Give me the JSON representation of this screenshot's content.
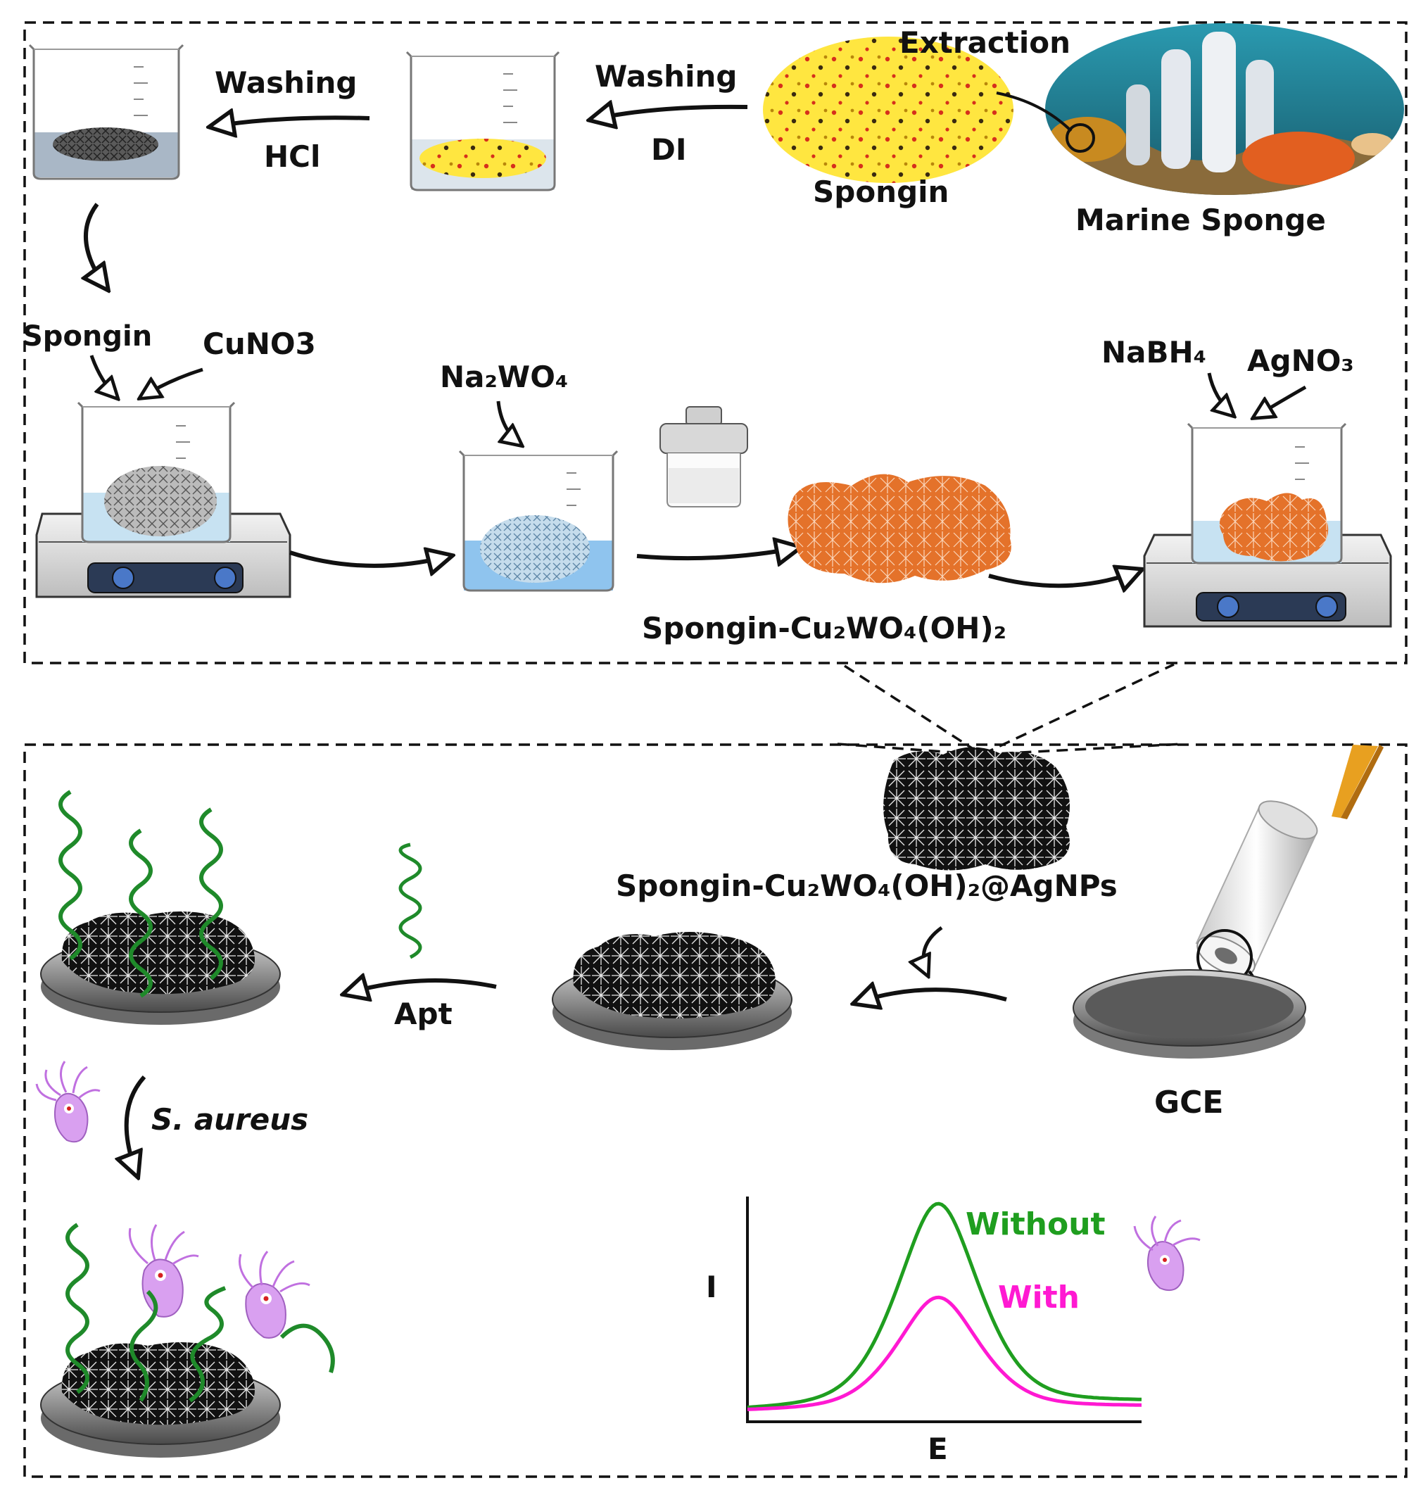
{
  "top_panel": {
    "step_extraction": "Extraction",
    "step_washing_di": "Washing",
    "step_di": "DI",
    "step_washing_hcl": "Washing",
    "step_hcl": "HCl",
    "label_spongin": "Spongin",
    "label_marine_sponge": "Marine Sponge",
    "reagent_spongin": "Spongin",
    "reagent_cuno3": "CuNO3",
    "reagent_na2wo4": "Na₂WO₄",
    "reagent_nabh4": "NaBH₄",
    "reagent_agno3": "AgNO₃",
    "product_label": "Spongin-Cu₂WO₄(OH)₂"
  },
  "bottom_panel": {
    "composite_label": "Spongin-Cu₂WO₄(OH)₂@AgNPs",
    "step_apt": "Apt",
    "electrode_label": "GCE",
    "target_label": "S. aureus"
  },
  "chart_data": {
    "type": "line",
    "xlabel": "E",
    "ylabel": "I",
    "series": [
      {
        "name": "Without",
        "color": "#1f9e1f",
        "peak_height": 1.0
      },
      {
        "name": "With",
        "color": "#ff19d2",
        "peak_height": 0.55
      }
    ]
  },
  "colors": {
    "dna_strand": "#1f8a2a",
    "bacteria": "#d9a0f0",
    "product_orange": "#e0702a",
    "spongin_yellow": "#ffe040",
    "solution_blue": "#8fc4ee"
  }
}
